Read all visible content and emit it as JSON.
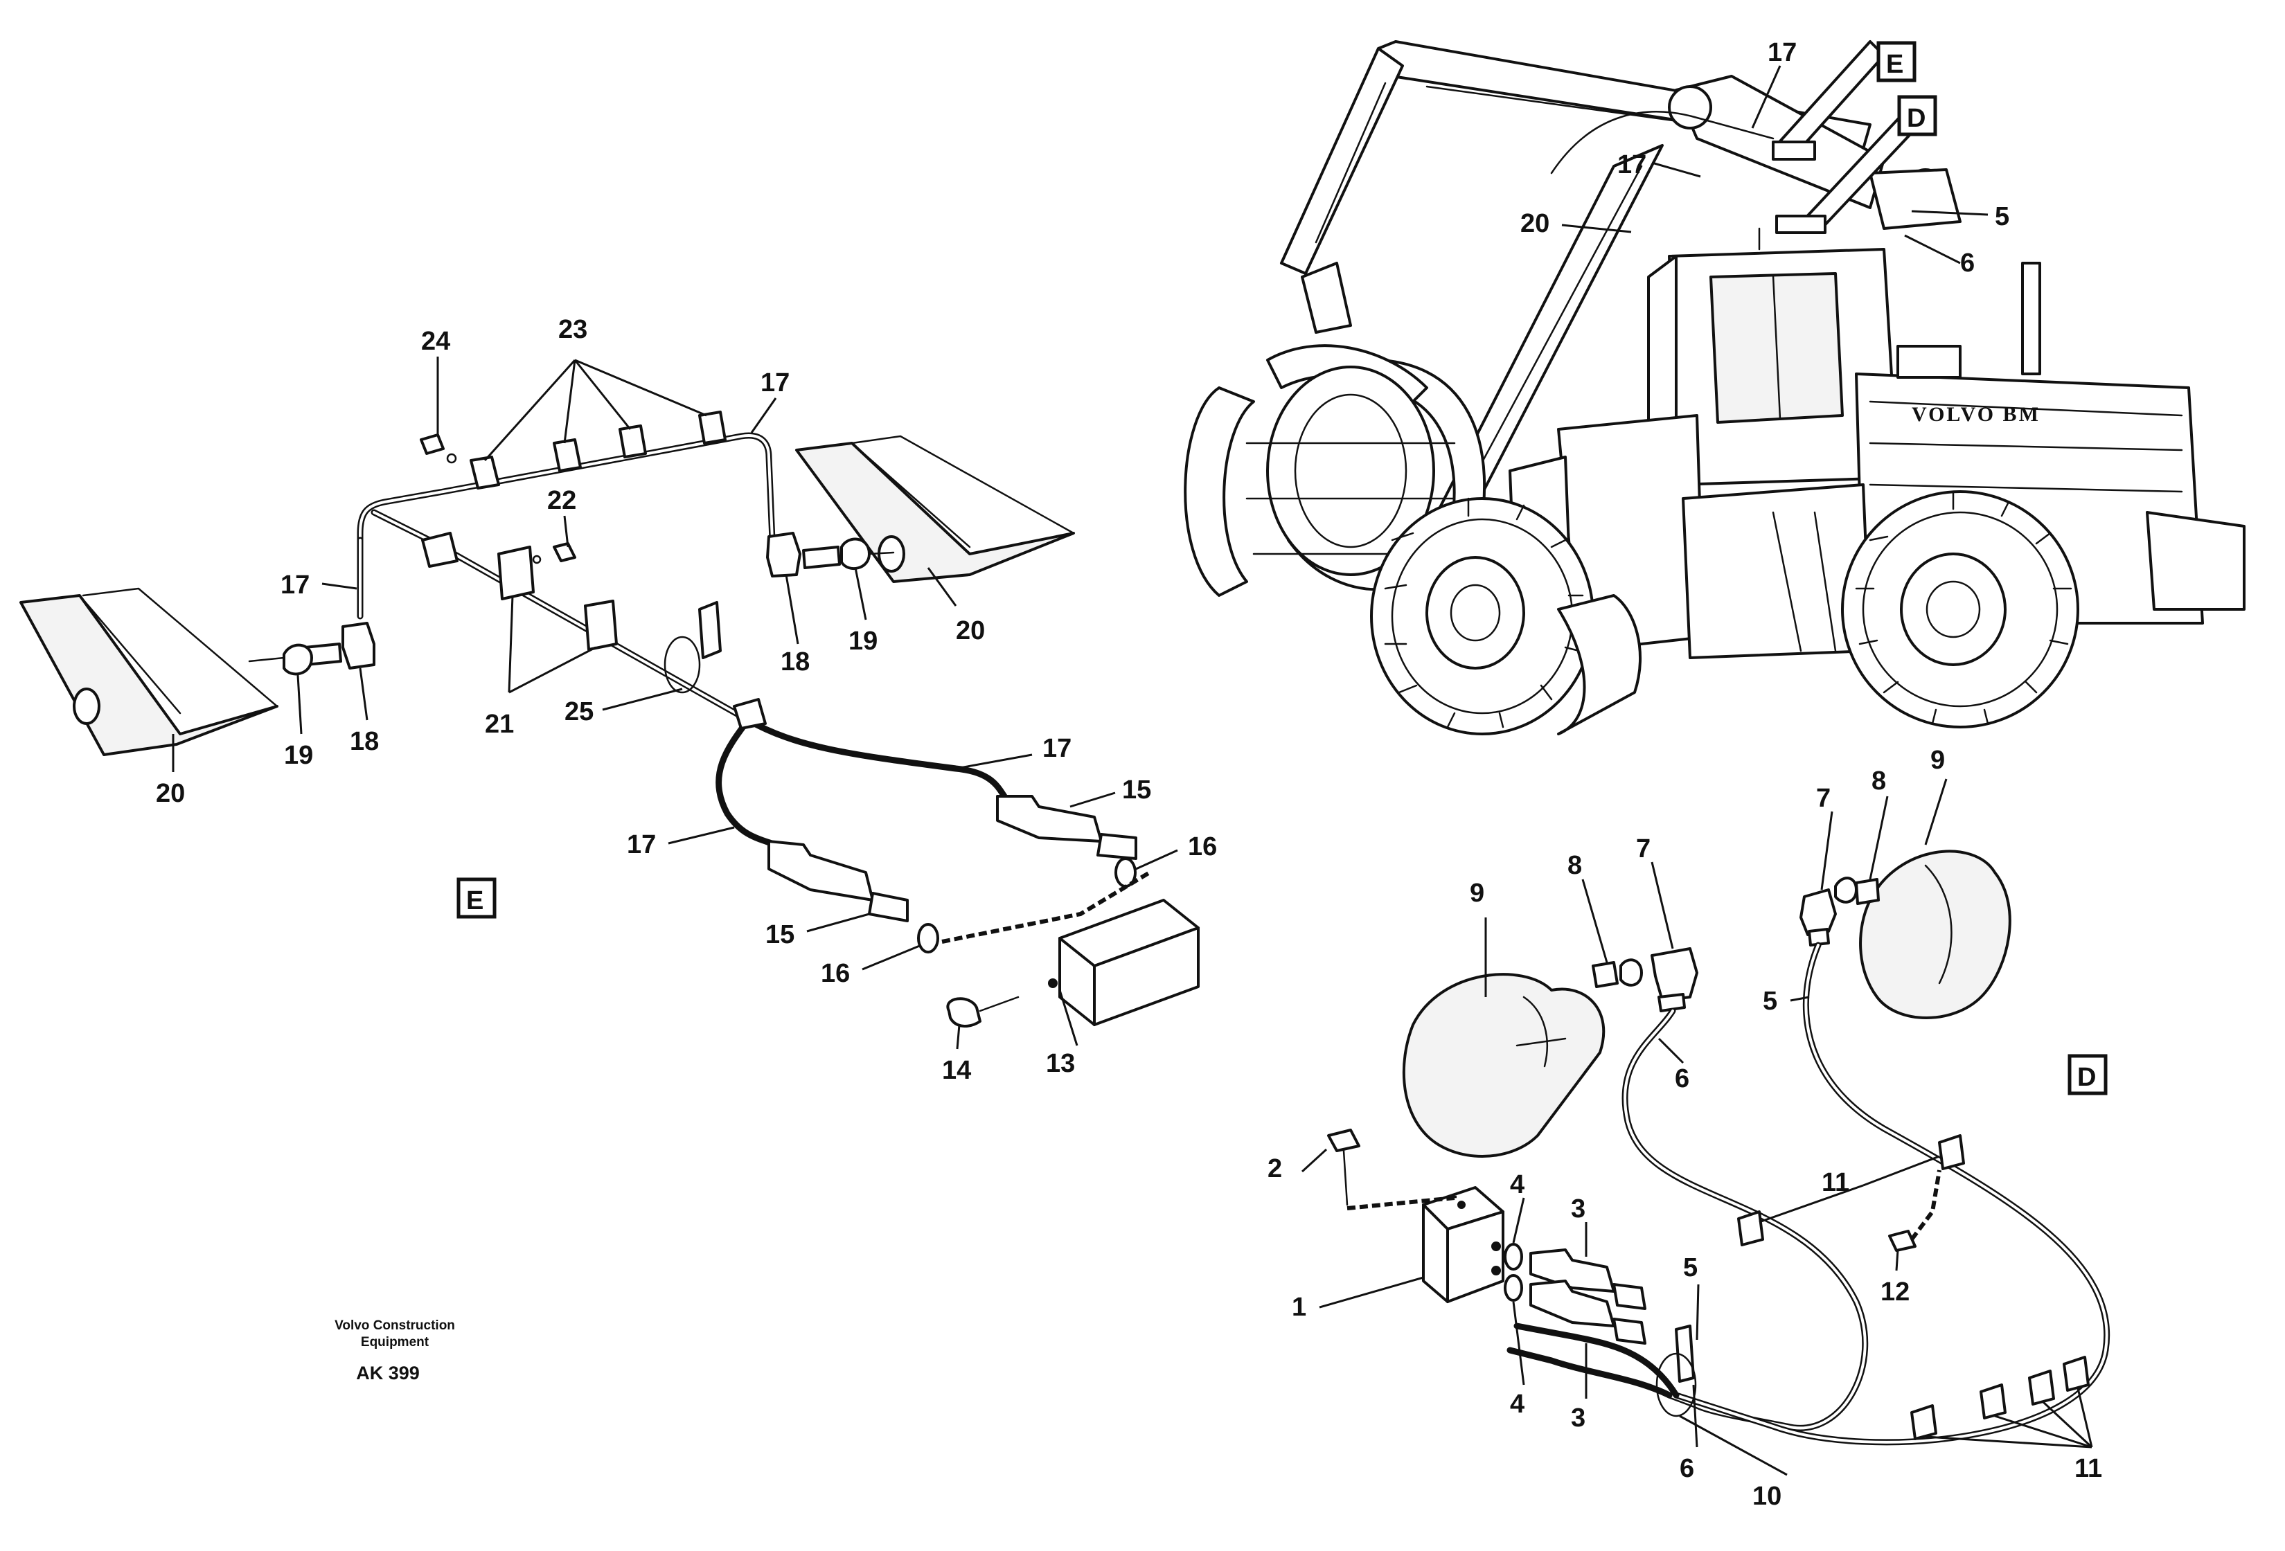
{
  "manufacturer": {
    "line1": "Volvo Construction",
    "line2": "Equipment"
  },
  "drawing_code": "AK 399",
  "machine_brand_text": "VOLVO BM",
  "view_labels": {
    "E": "E",
    "D": "D"
  },
  "callouts": {
    "machine": [
      "17",
      "17",
      "20",
      "5",
      "6"
    ],
    "view_e": [
      "24",
      "23",
      "17",
      "22",
      "17",
      "18",
      "19",
      "20",
      "20",
      "19",
      "18",
      "21",
      "25",
      "17",
      "15",
      "16",
      "17",
      "15",
      "16",
      "13",
      "14"
    ],
    "view_d": [
      "9",
      "8",
      "7",
      "7",
      "8",
      "9",
      "5",
      "6",
      "2",
      "11",
      "12",
      "4",
      "3",
      "1",
      "5",
      "4",
      "3",
      "6",
      "10",
      "11"
    ]
  },
  "colors": {
    "ink": "#111111",
    "paper": "#ffffff"
  }
}
